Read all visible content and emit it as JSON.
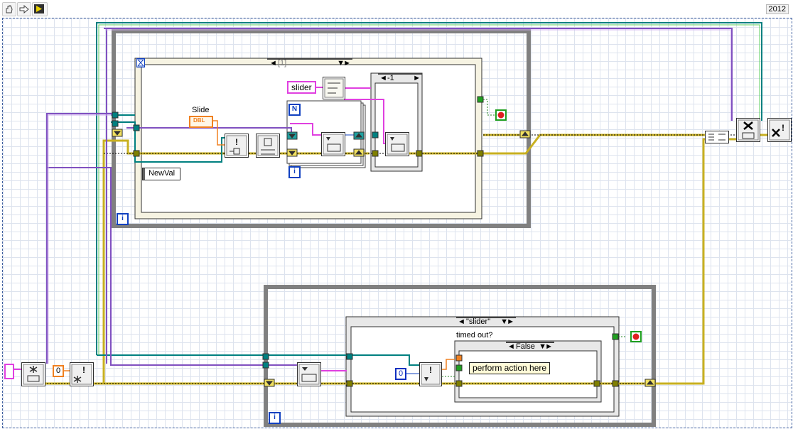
{
  "toolbar": {
    "buttons": [
      {
        "icon": "hand-icon"
      },
      {
        "icon": "arrow-right-icon"
      },
      {
        "icon": "run-icon"
      }
    ],
    "version": "2012"
  },
  "diagram": {
    "top_loop": {
      "event_case_label": "[1]",
      "control_label": "Slide",
      "control_type": "DBL",
      "event_data_label": "NewVal",
      "slider_string": "slider",
      "for_loop_count": "N",
      "for_loop_iteration": "i",
      "inner_case_label": "-1",
      "while_iteration": "i"
    },
    "bottom_loop": {
      "constant_zero_a": "0",
      "constant_zero_b": "0",
      "case_label": "\"slider\"",
      "timed_out_label": "timed out?",
      "inner_case_label": "False",
      "comment": "perform action here",
      "while_iteration": "i"
    }
  },
  "colors": {
    "error_wire": "#c8b020",
    "refnum_wire": "#008080",
    "string_wire": "#e040e0",
    "cluster_wire": "#8050c0",
    "numeric_wire": "#f08020",
    "structure_gray": "#808080"
  }
}
